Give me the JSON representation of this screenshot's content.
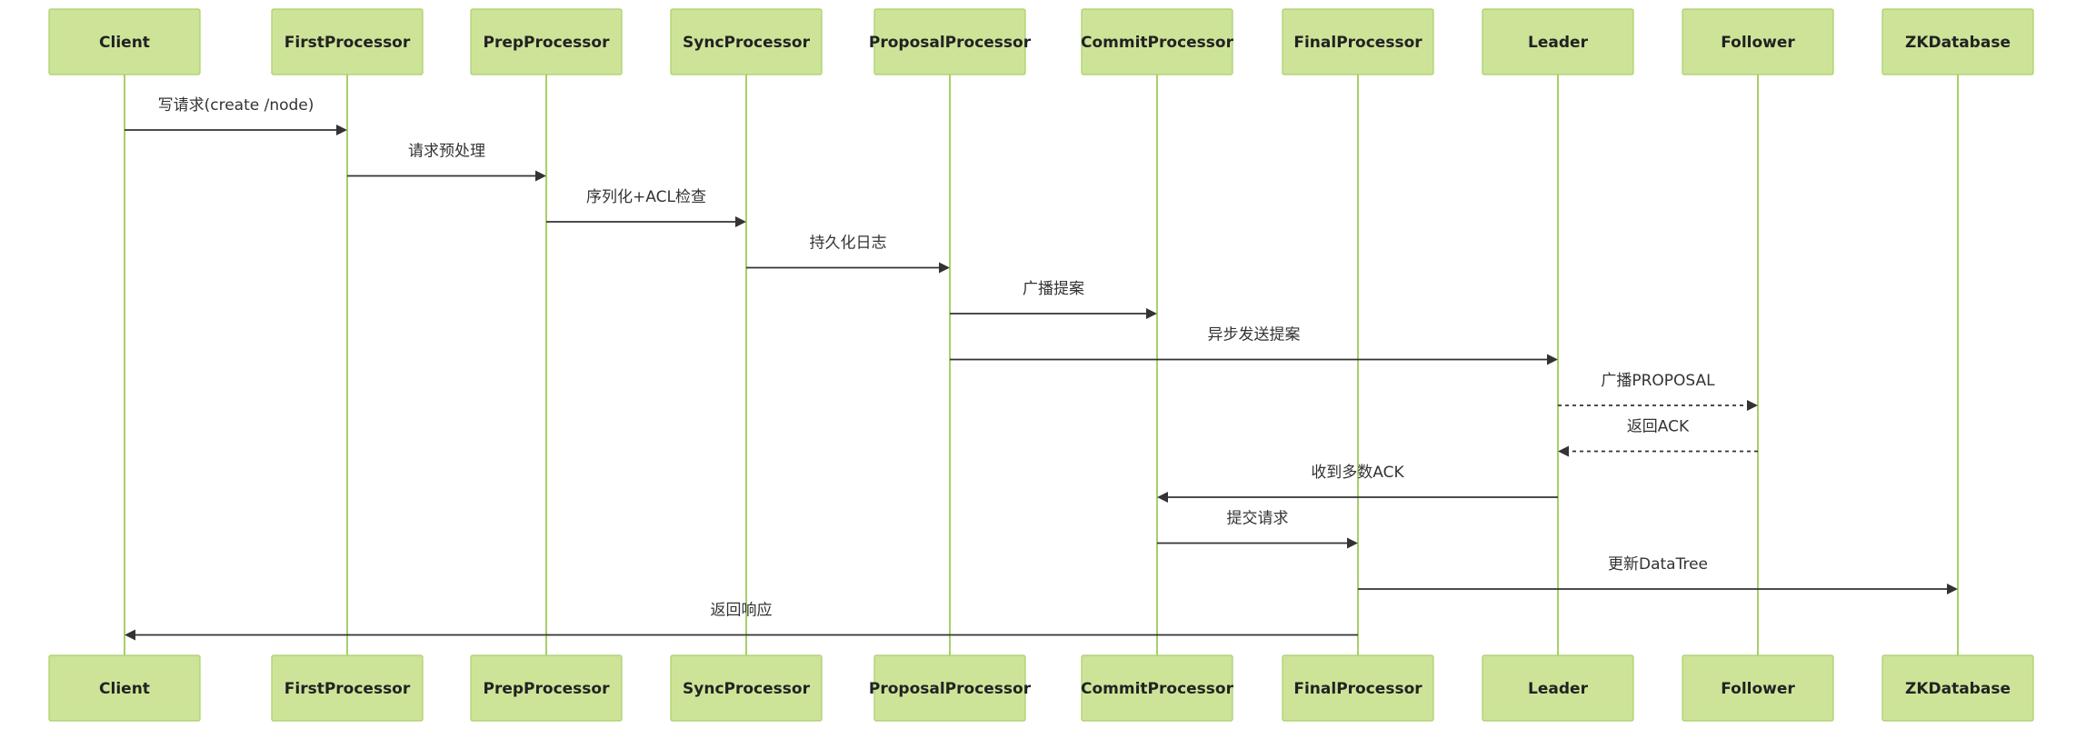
{
  "colors": {
    "actor_fill": "#cde498",
    "actor_stroke": "#a8cf6a",
    "lifeline": "#a8cf6a",
    "message": "#333333",
    "background": "#ffffff"
  },
  "participants": [
    "Client",
    "FirstProcessor",
    "PrepProcessor",
    "SyncProcessor",
    "ProposalProcessor",
    "CommitProcessor",
    "FinalProcessor",
    "Leader",
    "Follower",
    "ZKDatabase"
  ],
  "messages": [
    {
      "from": 0,
      "to": 1,
      "label": "写请求(create /node)",
      "style": "solid"
    },
    {
      "from": 1,
      "to": 2,
      "label": "请求预处理",
      "style": "solid"
    },
    {
      "from": 2,
      "to": 3,
      "label": "序列化+ACL检查",
      "style": "solid"
    },
    {
      "from": 3,
      "to": 4,
      "label": "持久化日志",
      "style": "solid"
    },
    {
      "from": 4,
      "to": 5,
      "label": "广播提案",
      "style": "solid"
    },
    {
      "from": 4,
      "to": 7,
      "label": "异步发送提案",
      "style": "solid"
    },
    {
      "from": 7,
      "to": 8,
      "label": "广播PROPOSAL",
      "style": "dashed"
    },
    {
      "from": 8,
      "to": 7,
      "label": "返回ACK",
      "style": "dashed"
    },
    {
      "from": 7,
      "to": 5,
      "label": "收到多数ACK",
      "style": "solid"
    },
    {
      "from": 5,
      "to": 6,
      "label": "提交请求",
      "style": "solid"
    },
    {
      "from": 6,
      "to": 9,
      "label": "更新DataTree",
      "style": "solid"
    },
    {
      "from": 6,
      "to": 0,
      "label": "返回响应",
      "style": "solid"
    }
  ]
}
